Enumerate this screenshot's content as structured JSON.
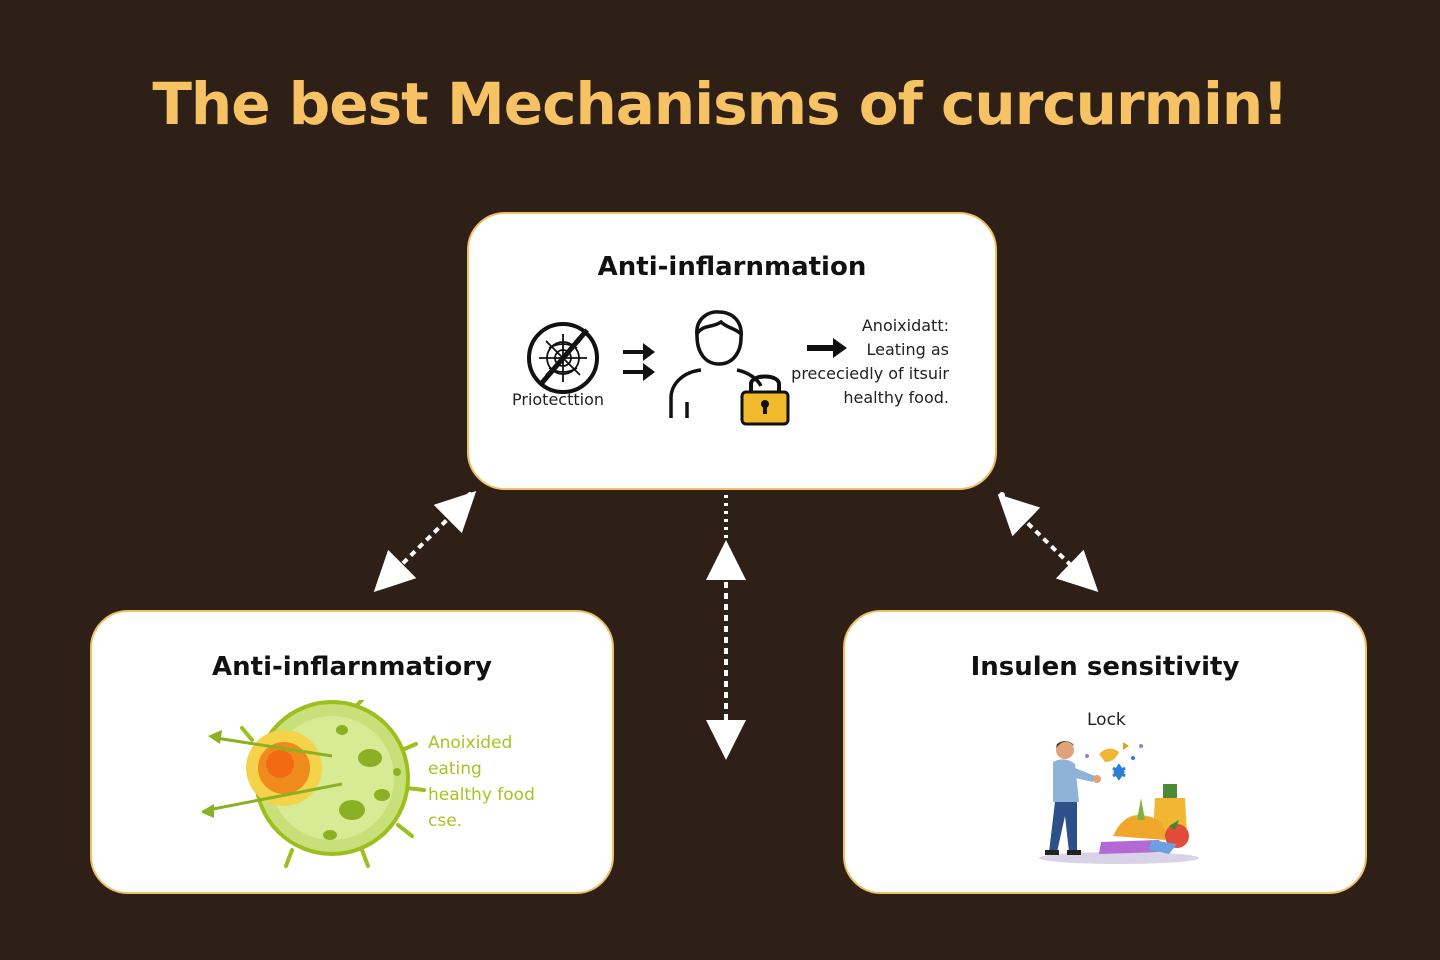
{
  "title": "The best Mechanisms of curcurmin!",
  "colors": {
    "background": "#2e1f17",
    "title": "#f6c264",
    "card_border": "#f0c064",
    "green_text": "#a9c322"
  },
  "top_card": {
    "title": "Anti-inflarnmation",
    "protection_label": "Priotecttion",
    "text_lines": [
      "Anoixidatt:",
      "Leating as",
      "prececiedly of itsuir",
      "healthy food."
    ],
    "icons": [
      "virus-blocked-icon",
      "double-arrow-icon",
      "person-icon",
      "padlock-icon",
      "arrow-right-icon"
    ]
  },
  "left_card": {
    "title": "Anti-inflarnmatiory",
    "text_lines": [
      "Anoixided",
      "eating",
      "healthy food",
      "cse."
    ],
    "icons": [
      "cell-icon"
    ]
  },
  "right_card": {
    "title": "Insulen sensitivity",
    "lock_label": "Lock",
    "icons": [
      "person-with-food-icon"
    ]
  }
}
